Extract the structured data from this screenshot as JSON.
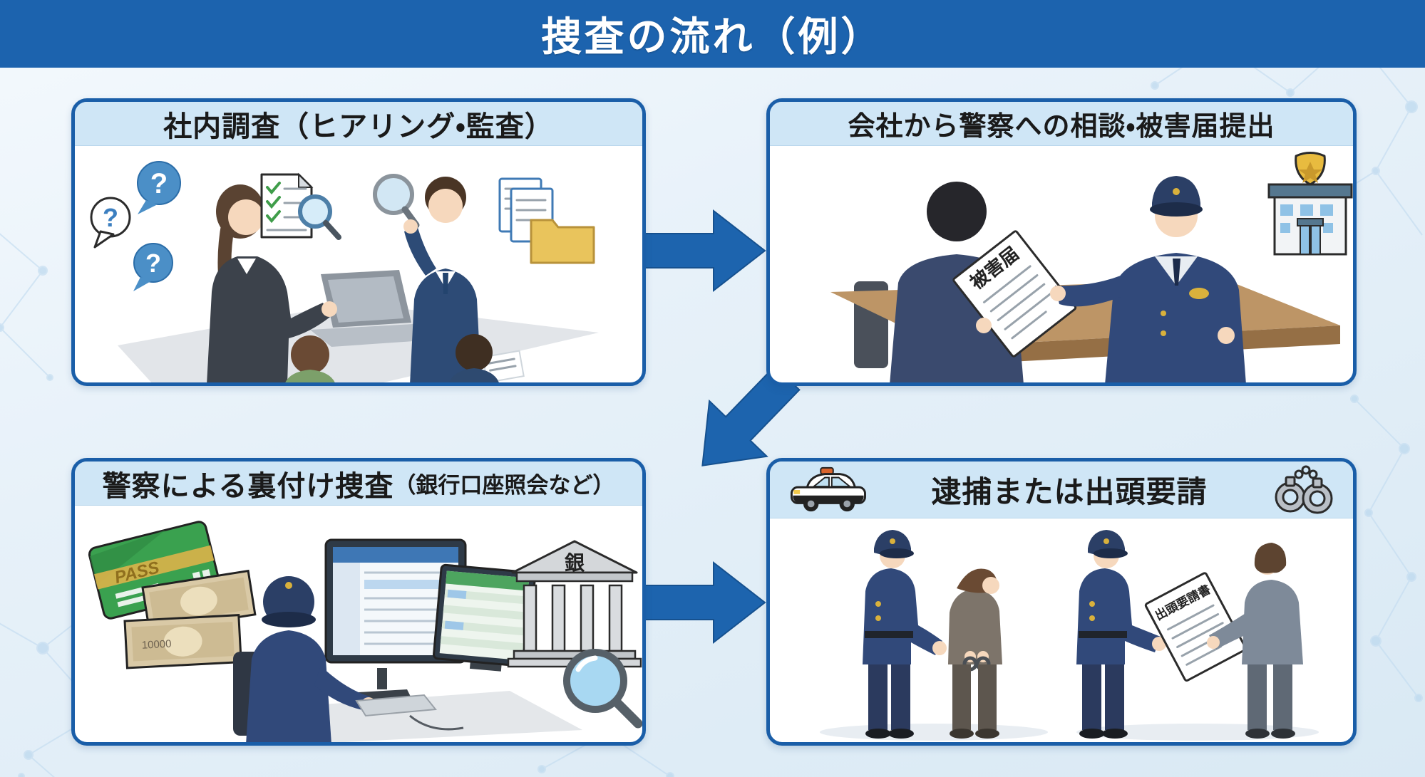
{
  "header": {
    "title": "捜査の流れ（例）"
  },
  "panels": {
    "internal_investigation": {
      "title": "社内調査（ヒアリング・監査）",
      "question_mark": "?"
    },
    "police_report": {
      "title": "会社から警察への相談・被害届提出",
      "document_label": "被害届"
    },
    "background_check": {
      "title_main": "警察による裏付け捜査",
      "title_sub": "（銀行口座照会など）",
      "card_label": "PASS",
      "bill_label": "10000",
      "bank_label": "銀"
    },
    "arrest": {
      "title": "逮捕または出頭要請",
      "document_label": "出頭要請書"
    }
  },
  "icons": {
    "question_bubble": "speech-bubble-question",
    "checklist": "checklist-with-magnifier",
    "magnifier": "magnifying-glass",
    "documents_folder": "documents-and-folder",
    "police_station": "police-station-building",
    "bank": "bank-building-with-magnifier",
    "bank_card": "bank-card",
    "banknotes": "banknotes",
    "police_car": "police-car",
    "handcuffs": "handcuffs"
  },
  "colors": {
    "header_bar": "#1c63ae",
    "panel_border": "#1a5ea8",
    "panel_header_bg": "#cfe6f6",
    "arrow": "#1d64ae",
    "background": "#e7f1f9"
  }
}
